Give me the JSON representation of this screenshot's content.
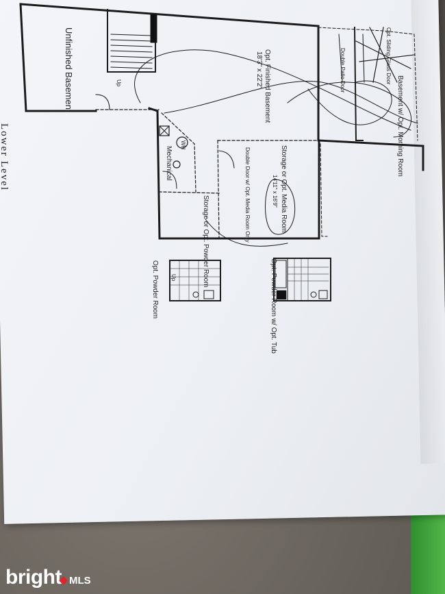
{
  "plan": {
    "title": "Lower Level",
    "rooms": {
      "unfinished": "Unfinished Basement",
      "finished": "Opt. Finished Basement",
      "finished_dims": "18'3\" x 22'2\"",
      "storage_media": "Storage or Opt. Media Room",
      "storage_media_dims": "14'11\" x 16'9\"",
      "double_door": "Double Door w/ Opt. Media Room Only",
      "mechanical": "Mechanical",
      "storage_powder": "Storage or Opt. Powder Room",
      "morning_room": "Basement w/ Opt. Morning Room",
      "sliding_door_1": "Opt. Sliding Glass Door",
      "sliding_door_2": "Double Patio Door",
      "powder_tub": "Opt. Powder Room w/ Opt. Tub",
      "powder": "Opt. Powder Room",
      "up": "Up",
      "up2": "Up",
      "wh": "WH"
    }
  },
  "watermark": {
    "brand": "bright",
    "suffix": "MLS"
  },
  "colors": {
    "paper": "#eef0f4",
    "ink": "#1a1a1a",
    "floor": "#6a655e",
    "green": "#3fa23b",
    "accent_red": "#e0262b"
  }
}
